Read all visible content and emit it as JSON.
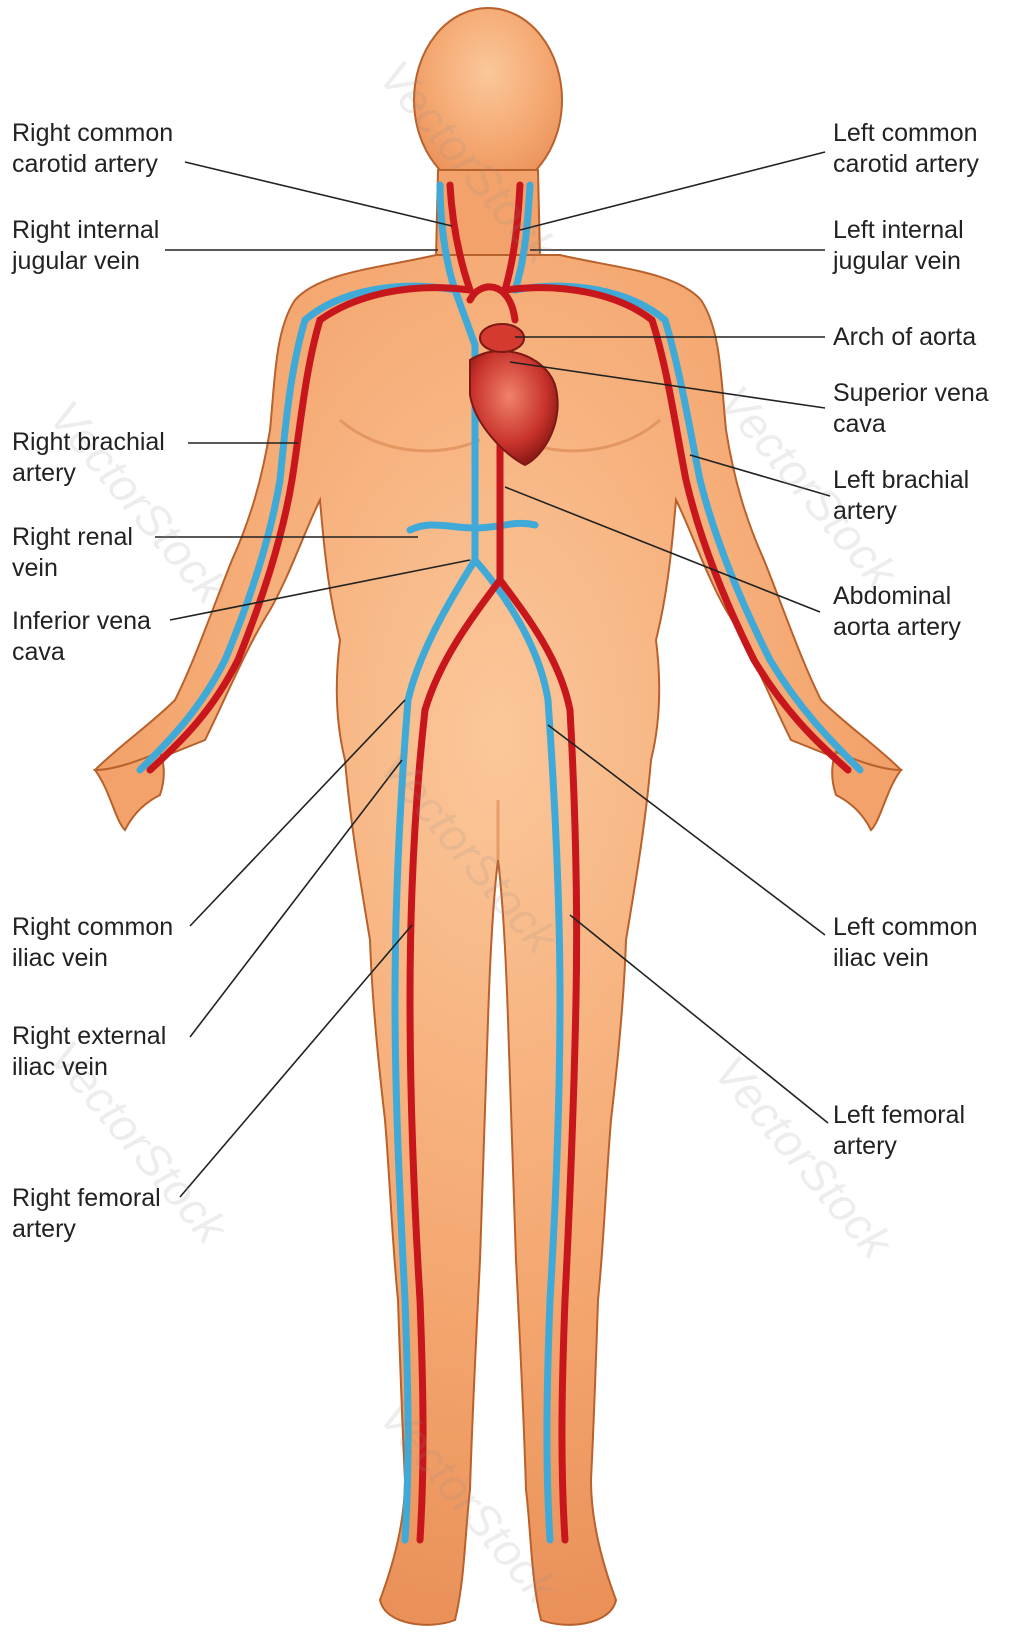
{
  "labels": {
    "right_common_carotid_artery": [
      "Right common",
      "carotid artery"
    ],
    "right_internal_jugular_vein": [
      "Right internal",
      "jugular vein"
    ],
    "right_brachial_artery": [
      "Right brachial",
      "artery"
    ],
    "right_renal_vein": [
      "Right renal",
      "vein"
    ],
    "inferior_vena_cava": [
      "Inferior vena",
      "cava"
    ],
    "right_common_iliac_vein": [
      "Right common",
      "iliac vein"
    ],
    "right_external_iliac_vein": [
      "Right external",
      "iliac vein"
    ],
    "right_femoral_artery": [
      "Right femoral",
      "artery"
    ],
    "left_common_carotid_artery": [
      "Left common",
      "carotid artery"
    ],
    "left_internal_jugular_vein": [
      "Left internal",
      "jugular vein"
    ],
    "arch_of_aorta": [
      "Arch of aorta"
    ],
    "superior_vena_cava": [
      "Superior vena",
      "cava"
    ],
    "left_brachial_artery": [
      "Left brachial",
      "artery"
    ],
    "abdominal_aorta_artery": [
      "Abdominal",
      "aorta artery"
    ],
    "left_common_iliac_vein": [
      "Left common",
      "iliac vein"
    ],
    "left_femoral_artery": [
      "Left femoral",
      "artery"
    ]
  },
  "watermark": "VectorStock",
  "colors": {
    "skin": "#f3a46e",
    "skin_outline": "#b9612c",
    "artery": "#c8161d",
    "vein": "#3fa9d8",
    "heart": "#c8322b",
    "label_text": "#222222",
    "leader_line": "#222222"
  }
}
